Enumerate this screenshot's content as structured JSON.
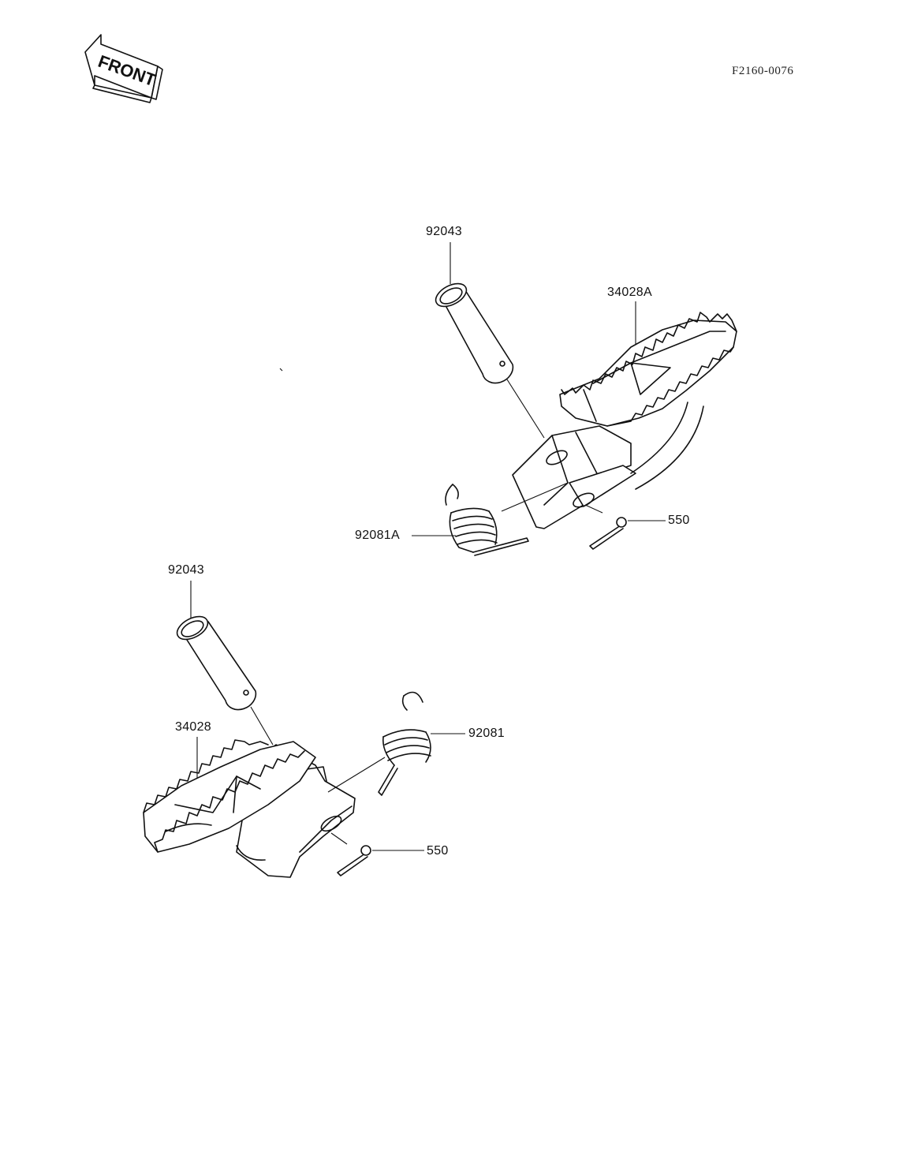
{
  "front_arrow": {
    "label": "FRONT"
  },
  "document_code": "F2160-0076",
  "upper_assembly": {
    "pin_ref": "92043",
    "footpeg_ref": "34028A",
    "spring_ref": "92081A",
    "cotter_pin_ref": "550"
  },
  "lower_assembly": {
    "pin_ref": "92043",
    "footpeg_ref": "34028",
    "spring_ref": "92081",
    "cotter_pin_ref": "550"
  }
}
